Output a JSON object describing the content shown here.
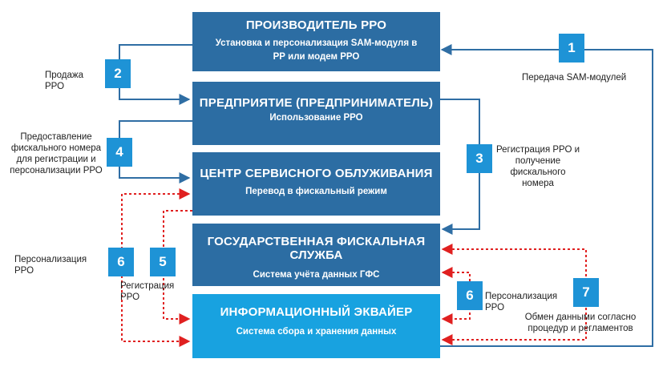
{
  "colors": {
    "box_dark": "#2c6da3",
    "box_light": "#18a2e0",
    "badge": "#1e93d6",
    "arrow_solid": "#2f6ea4",
    "arrow_dotted": "#e02020"
  },
  "boxes": {
    "producer": {
      "title": "ПРОИЗВОДИТЕЛЬ РРО",
      "subtitle": "Установка и персонализация SAM-модуля в РР или модем РРО"
    },
    "enterprise": {
      "title": "ПРЕДПРИЯТИЕ (ПРЕДПРИНИМАТЕЛЬ)",
      "subtitle": "Использование РРО"
    },
    "service_center": {
      "title": "ЦЕНТР СЕРВИСНОГО ОБЛУЖИВАНИЯ",
      "subtitle": "Перевод в фискальный режим"
    },
    "fiscal_service": {
      "title": "ГОСУДАРСТВЕННАЯ ФИСКАЛЬНАЯ СЛУЖБА",
      "subtitle": "Система учёта данных ГФС"
    },
    "acquirer": {
      "title": "ИНФОРМАЦИОННЫЙ ЭКВАЙЕР",
      "subtitle": "Система сбора и хранения данных"
    }
  },
  "steps": {
    "s1": {
      "number": "1",
      "label": "Передача SAM-модулей"
    },
    "s2": {
      "number": "2",
      "label": "Продажа РРО"
    },
    "s3": {
      "number": "3",
      "label": "Регистрация РРО и получение фискального номера"
    },
    "s4": {
      "number": "4",
      "label": "Предоставление фискального номера для регистрации и персонализации РРО"
    },
    "s5": {
      "number": "5",
      "label": "Регистрация РРО"
    },
    "s6a": {
      "number": "6",
      "label": "Персонализация РРО"
    },
    "s6b": {
      "number": "6",
      "label": "Персонализация РРО"
    },
    "s7": {
      "number": "7",
      "label": "Обмен данными согласно процедур и регламентов"
    }
  }
}
